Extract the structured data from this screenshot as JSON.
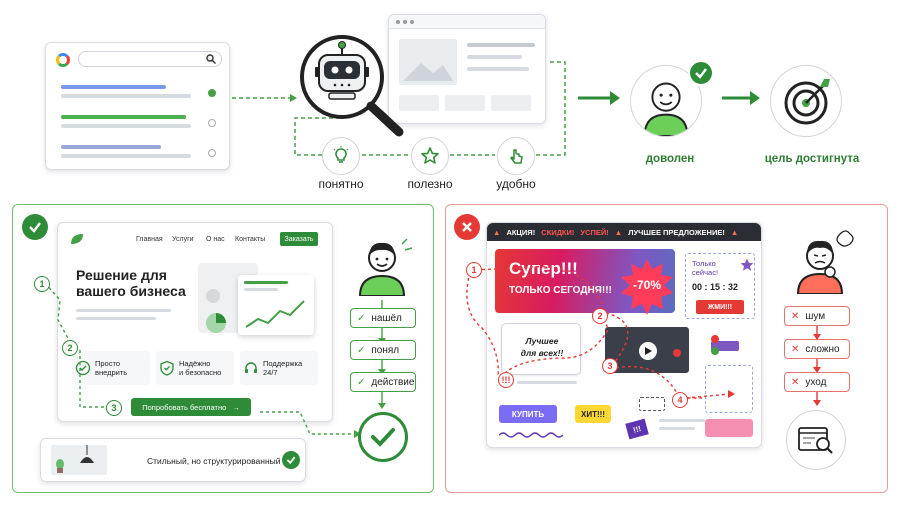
{
  "top": {
    "labels": {
      "understood": "понятно",
      "useful": "полезно",
      "convenient": "удобно",
      "satisfied": "доволен",
      "goal": "цель достигнута"
    },
    "icons": {
      "search": "search-icon",
      "robot": "robot-icon",
      "bulb": "lightbulb-icon",
      "star": "star-icon",
      "pointer": "pointer-icon",
      "check": "check-icon",
      "target": "target-icon"
    }
  },
  "good": {
    "nav": [
      "Главная",
      "Услуги",
      "О нас",
      "Контакты"
    ],
    "order_button": "Заказать",
    "headline": [
      "Решение для",
      "вашего бизнеса"
    ],
    "features": [
      {
        "label_1": "Просто",
        "label_2": "внедрить",
        "icon": "check-circle-icon"
      },
      {
        "label_1": "Надёжно",
        "label_2": "и безопасно",
        "icon": "shield-icon"
      },
      {
        "label_1": "Поддержка",
        "label_2": "24/7",
        "icon": "headset-icon"
      }
    ],
    "cta": "Попробовать бесплатно",
    "caption": "Стильный, но структурированный",
    "steps": [
      "нашёл",
      "понял",
      "действие"
    ],
    "numbers": [
      "1",
      "2",
      "3"
    ]
  },
  "bad": {
    "ticker": {
      "promo": "АКЦИЯ!",
      "discounts": "СКИДКИ!",
      "hurry": "УСПЕЙ!",
      "best": "ЛУЧШЕЕ ПРЕДЛОЖЕНИЕ!"
    },
    "banner_title": "Супер!!!",
    "banner_sub": "ТОЛЬКО СЕГОДНЯ!!!",
    "discount": "-70%",
    "timer_title_1": "Только",
    "timer_title_2": "сейчас!",
    "timer": "00 : 15 : 32",
    "press": "ЖМИ!!!",
    "bubble_1": "Лучшее",
    "bubble_2": "для всех!!",
    "buy": "КУПИТЬ",
    "hit": "ХИТ!!!",
    "exclam": "!!!",
    "steps": [
      "шум",
      "сложно",
      "уход"
    ],
    "numbers": [
      "1",
      "2",
      "3",
      "4"
    ]
  },
  "colors": {
    "green": "#2e8b37",
    "red": "#e53935",
    "purple": "#6d5dfc",
    "orange": "#f57c00"
  }
}
